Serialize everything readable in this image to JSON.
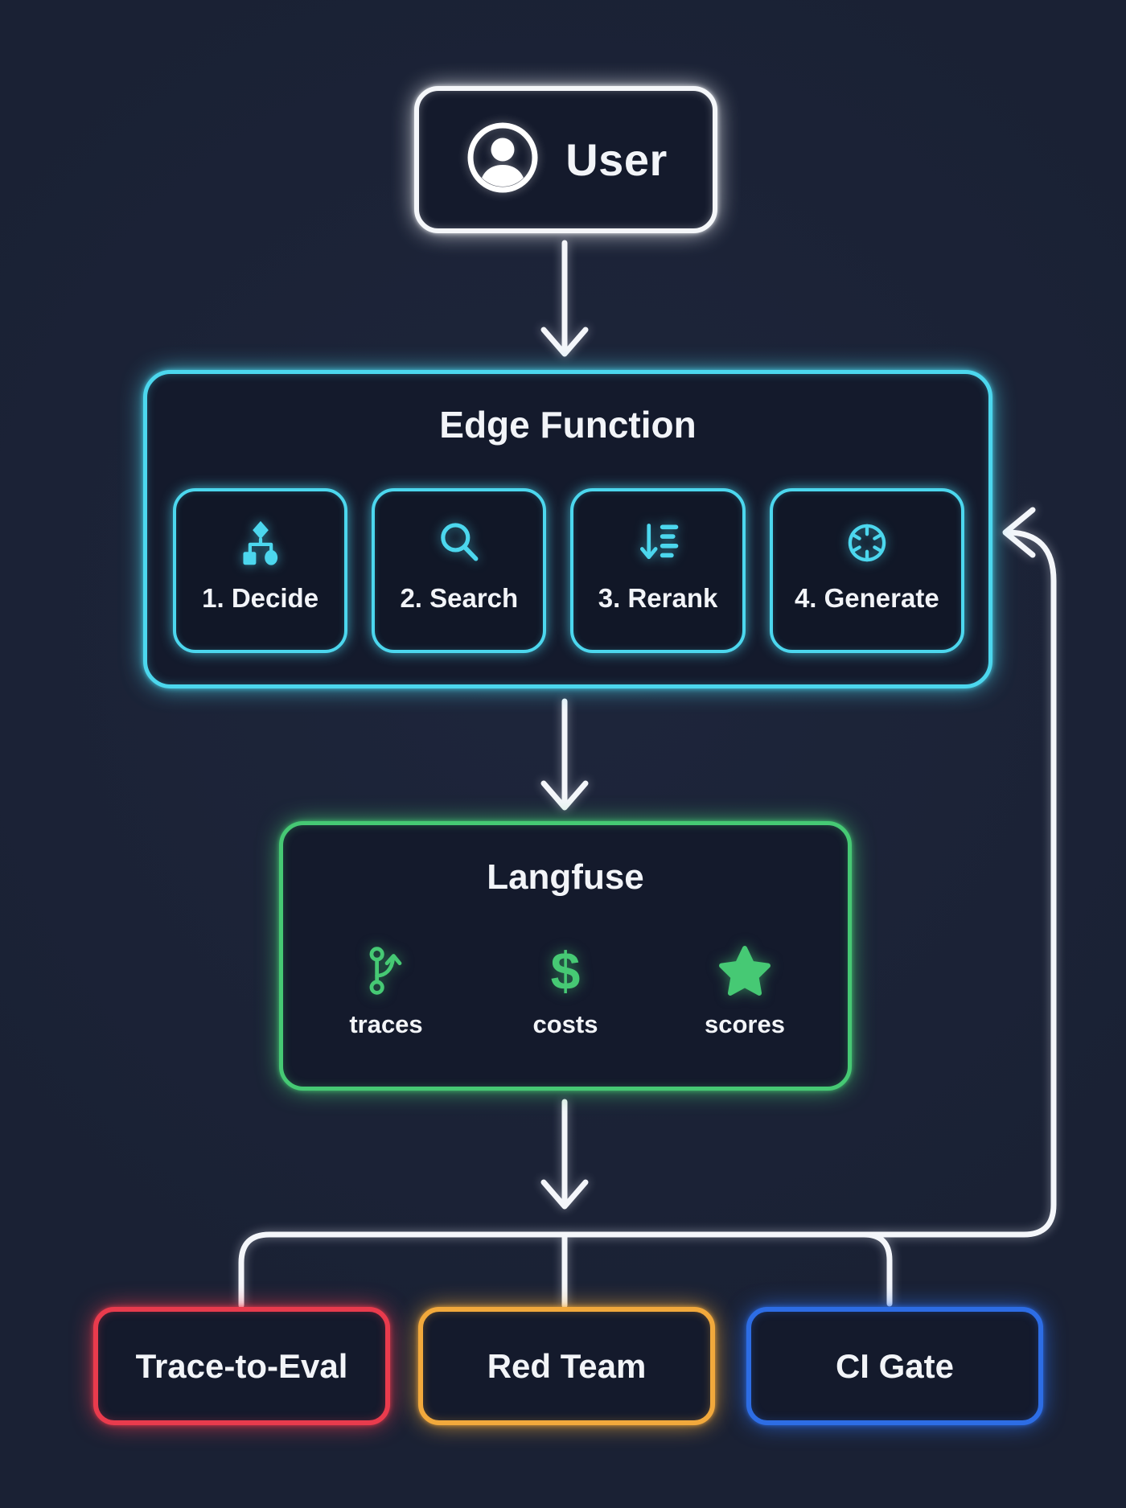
{
  "diagram": {
    "background": "#1a2134",
    "connector_color": "#f4f6fa",
    "nodes": {
      "user": {
        "label": "User",
        "accent": "#f5f7fa",
        "icon": "user-icon"
      },
      "edge_function": {
        "title": "Edge Function",
        "accent": "#4cd7ee",
        "steps": [
          {
            "label": "1. Decide",
            "icon": "decision-flowchart-icon"
          },
          {
            "label": "2. Search",
            "icon": "magnifier-search-icon"
          },
          {
            "label": "3. Rerank",
            "icon": "sort-rerank-icon"
          },
          {
            "label": "4. Generate",
            "icon": "openai-logo-icon"
          }
        ]
      },
      "langfuse": {
        "title": "Langfuse",
        "accent": "#46c974",
        "features": [
          {
            "label": "traces",
            "icon": "git-branch-icon"
          },
          {
            "label": "costs",
            "icon": "dollar-sign-icon",
            "glyph": "$"
          },
          {
            "label": "scores",
            "icon": "star-icon"
          }
        ]
      },
      "outputs": [
        {
          "label": "Trace-to-Eval",
          "accent": "#e93b4d"
        },
        {
          "label": "Red Team",
          "accent": "#f2a93c"
        },
        {
          "label": "CI Gate",
          "accent": "#2d6de5"
        }
      ]
    },
    "edges": [
      "User -> Edge Function",
      "Edge Function -> Langfuse",
      "Langfuse -> Trace-to-Eval",
      "Langfuse -> Red Team",
      "Langfuse -> CI Gate",
      "Langfuse -> Edge Function (feedback loop)"
    ]
  }
}
